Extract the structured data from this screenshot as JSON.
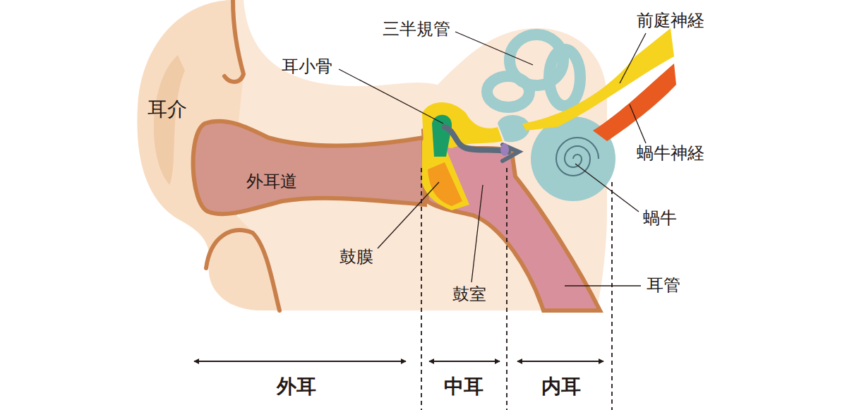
{
  "diagram": {
    "labels": [
      "三半規管",
      "前庭神経",
      "耳小骨",
      "耳介",
      "蝸牛神経",
      "外耳道",
      "蝸牛",
      "鼓膜",
      "鼓室",
      "耳管",
      "外耳",
      "中耳",
      "内耳"
    ]
  }
}
